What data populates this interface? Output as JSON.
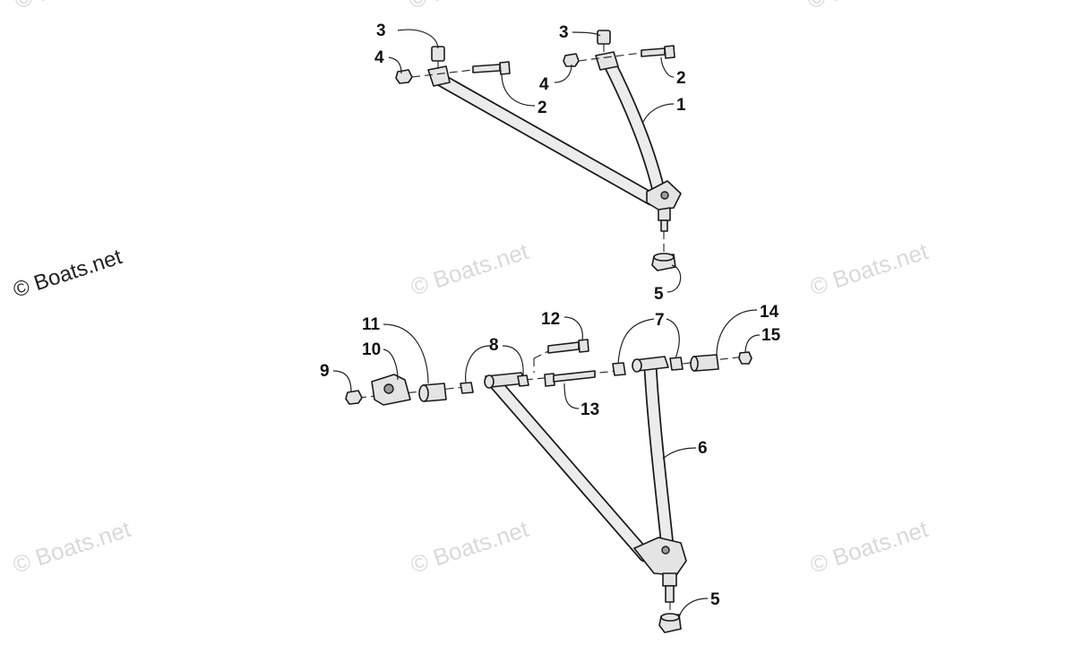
{
  "watermark": {
    "text": "© Boats.net"
  },
  "callouts": [
    {
      "id": "c1",
      "text": "1"
    },
    {
      "id": "c2a",
      "text": "2"
    },
    {
      "id": "c2b",
      "text": "2"
    },
    {
      "id": "c3a",
      "text": "3"
    },
    {
      "id": "c3b",
      "text": "3"
    },
    {
      "id": "c4a",
      "text": "4"
    },
    {
      "id": "c4b",
      "text": "4"
    },
    {
      "id": "c5a",
      "text": "5"
    },
    {
      "id": "c5b",
      "text": "5"
    },
    {
      "id": "c6",
      "text": "6"
    },
    {
      "id": "c7",
      "text": "7"
    },
    {
      "id": "c8",
      "text": "8"
    },
    {
      "id": "c9",
      "text": "9"
    },
    {
      "id": "c10",
      "text": "10"
    },
    {
      "id": "c11",
      "text": "11"
    },
    {
      "id": "c12",
      "text": "12"
    },
    {
      "id": "c13",
      "text": "13"
    },
    {
      "id": "c14",
      "text": "14"
    },
    {
      "id": "c15",
      "text": "15"
    }
  ]
}
